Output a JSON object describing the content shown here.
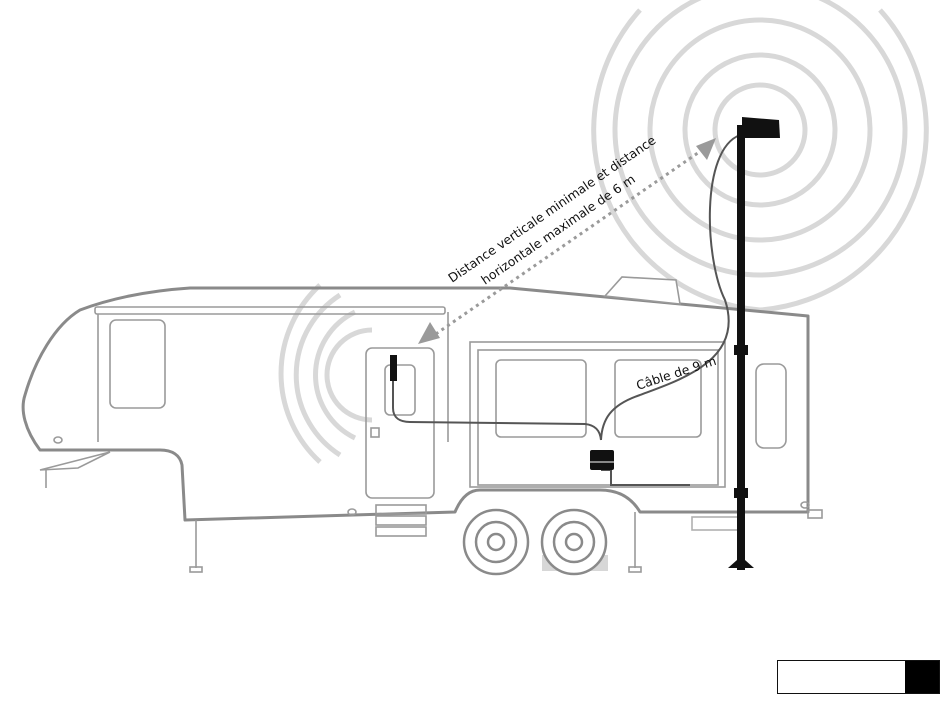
{
  "labels": {
    "distance_line1": "Distance verticale minimale et distance",
    "distance_line2": "horizontale maximale de 6 m",
    "cable": "Câble de 9 m"
  },
  "icons": {
    "outdoor_antenna": "outdoor-antenna-icon",
    "indoor_antenna": "indoor-antenna-icon",
    "booster": "signal-booster-icon"
  },
  "colors": {
    "outline": "#8a8a8a",
    "signal_waves": "#d6d6d6",
    "equipment": "#111111",
    "arrow": "#999999"
  }
}
